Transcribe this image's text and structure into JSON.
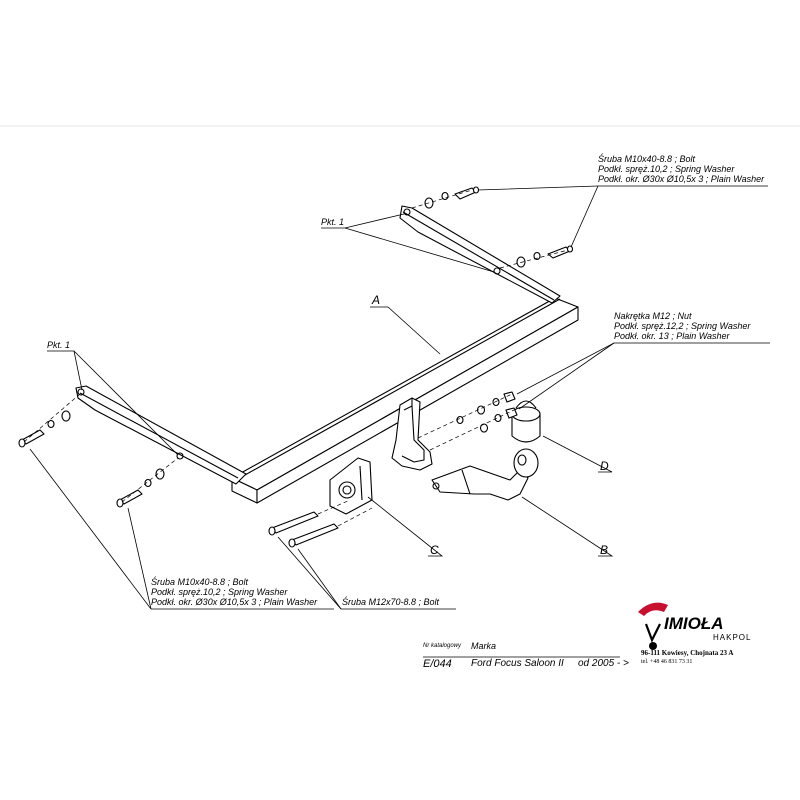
{
  "parts": {
    "A": "A",
    "B": "B",
    "C": "C",
    "D": "D"
  },
  "callouts": {
    "pkt1_top": "Pkt. 1",
    "pkt1_left": "Pkt. 1",
    "top_right": [
      "Śruba M10x40-8.8 ;  Bolt",
      "Podkł. spręż.10,2 ; Spring Washer",
      "Podkł. okr.  Ø30x Ø10,5x 3 ; Plain Washer"
    ],
    "nut": [
      "Nakrętka  M12 ; Nut",
      "Podkł. spręż.12,2 ; Spring Washer",
      "Podkł. okr. 13 ; Plain Washer"
    ],
    "bottom_left": [
      "Śruba M10x40-8.8 ;  Bolt",
      "Podkł. spręż.10,2 ; Spring Washer",
      "Podkł. okr.  Ø30x Ø10,5x 3 ; Plain Washer"
    ],
    "bolt_m12": "Śruba M12x70-8.8 ;  Bolt"
  },
  "title_block": {
    "catalog_label": "Nr katalogowy",
    "brand_label": "Marka",
    "catalog_number": "E/044",
    "model": "Ford Focus Saloon II",
    "year": "od 2005 - >"
  },
  "company": {
    "logo": "IMIOŁA",
    "sub": "HAKPOL",
    "address": "96-111 Kowiesy, Chojnata 23 A",
    "phone": "tel. +48 46 831 73 31"
  }
}
